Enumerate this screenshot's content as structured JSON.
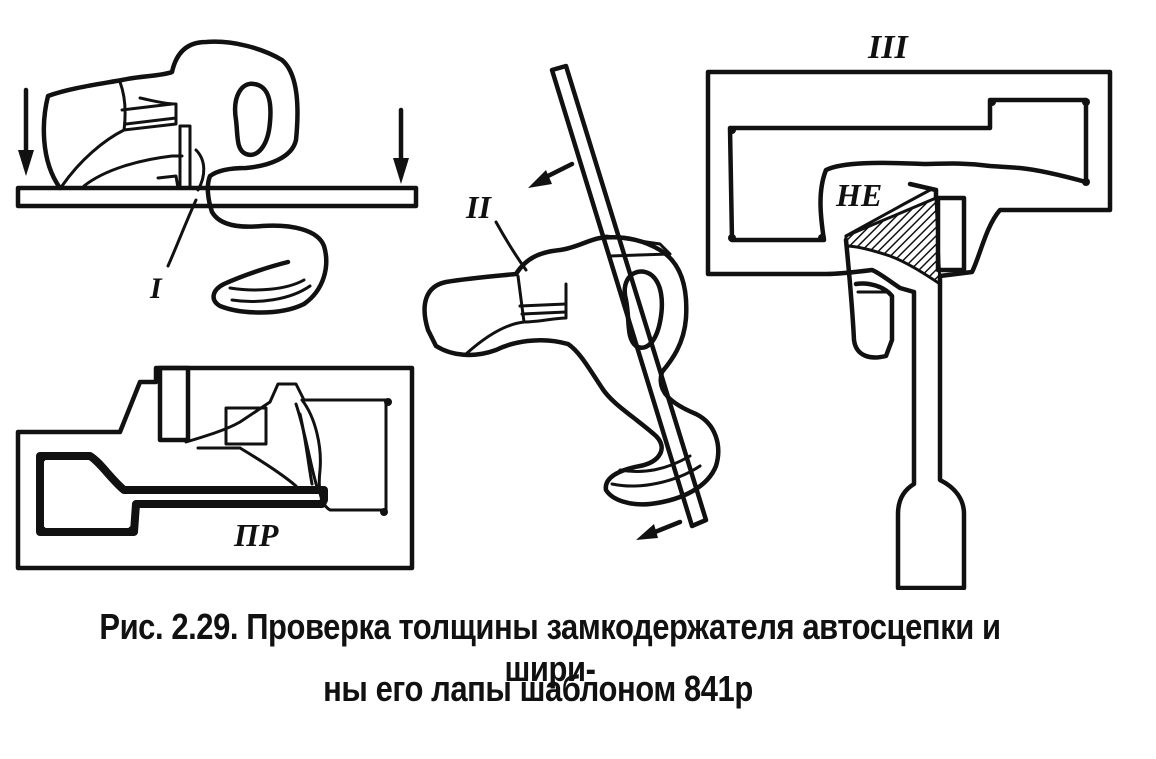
{
  "figure": {
    "label_I": "I",
    "label_II": "II",
    "label_III": "III",
    "label_PR": "ПР",
    "label_NE": "НЕ"
  },
  "caption": {
    "line1": "Рис. 2.29. Проверка толщины замкодержателя автосцепки и шири-",
    "line2": "ны его лапы шаблоном 841р"
  }
}
